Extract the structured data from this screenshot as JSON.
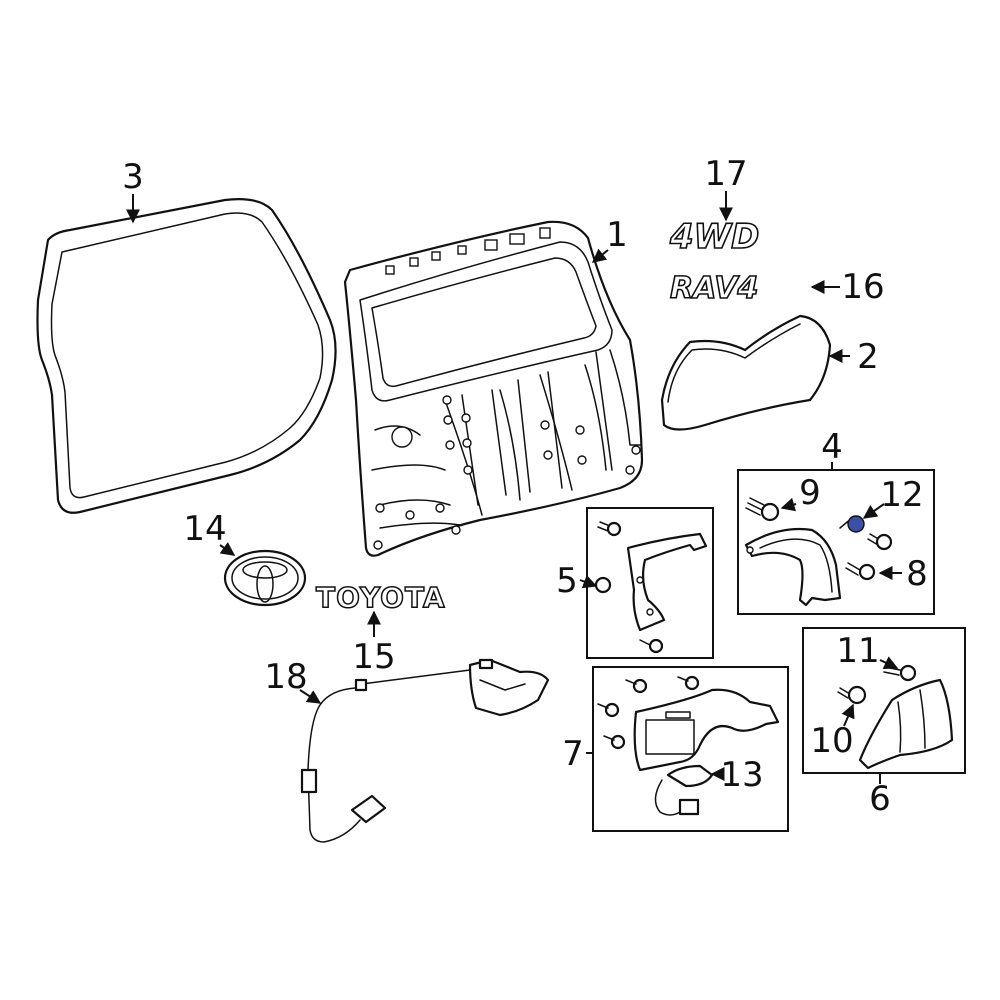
{
  "callouts": {
    "c1": "1",
    "c2": "2",
    "c3": "3",
    "c4": "4",
    "c5": "5",
    "c6": "6",
    "c7": "7",
    "c8": "8",
    "c9": "9",
    "c10": "10",
    "c11": "11",
    "c12": "12",
    "c13": "13",
    "c14": "14",
    "c15": "15",
    "c16": "16",
    "c17": "17",
    "c18": "18"
  },
  "emblems": {
    "drive": "4WD",
    "model": "RAV4",
    "brand": "TOYOTA"
  },
  "colors": {
    "line": "#111111",
    "highlight": "#3a4fa8",
    "background": "#ffffff"
  }
}
